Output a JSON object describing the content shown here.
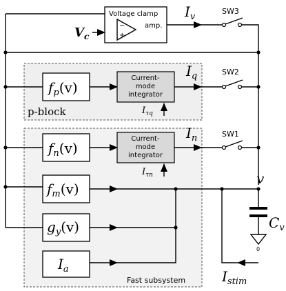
{
  "colors": {
    "line": "#000000",
    "block_fill": "#ffffff",
    "integrator_fill": "#d9d9d9",
    "group_fill": "#f2f2f2",
    "p_group_fill": "#efefef",
    "cap": "#000000"
  },
  "clamp": {
    "title": "Voltage clamp",
    "amp": "amp.",
    "input": "V",
    "input_sub": "c",
    "output": "I",
    "output_sub": "v",
    "minus": "−",
    "plus": "+"
  },
  "switches": {
    "sw3": "SW3",
    "sw2": "SW2",
    "sw1": "SW1"
  },
  "p_block": {
    "label": "p-block",
    "func": "f",
    "func_sub": "p",
    "func_arg": "(v)",
    "integrator": [
      "Current-",
      "mode",
      "integrator"
    ],
    "tau": "I",
    "tau_sub": "τq",
    "out": "I",
    "out_sub": "q"
  },
  "n_path": {
    "func": "f",
    "func_sub": "n",
    "func_arg": "(v)",
    "integrator": [
      "Current-",
      "mode",
      "integrator"
    ],
    "tau": "I",
    "tau_sub": "τn",
    "out": "I",
    "out_sub": "n"
  },
  "fast": {
    "label": "Fast subsystem",
    "fm": {
      "func": "f",
      "func_sub": "m",
      "func_arg": "(v)"
    },
    "gy": {
      "func": "g",
      "func_sub": "y",
      "func_arg": "(v)"
    },
    "ia": {
      "func": "I",
      "func_sub": "a"
    }
  },
  "node": {
    "v": "v"
  },
  "cap": {
    "label": "C",
    "label_sub": "v",
    "ground": "0"
  },
  "stim": {
    "label": "I",
    "label_sub": "stim"
  }
}
